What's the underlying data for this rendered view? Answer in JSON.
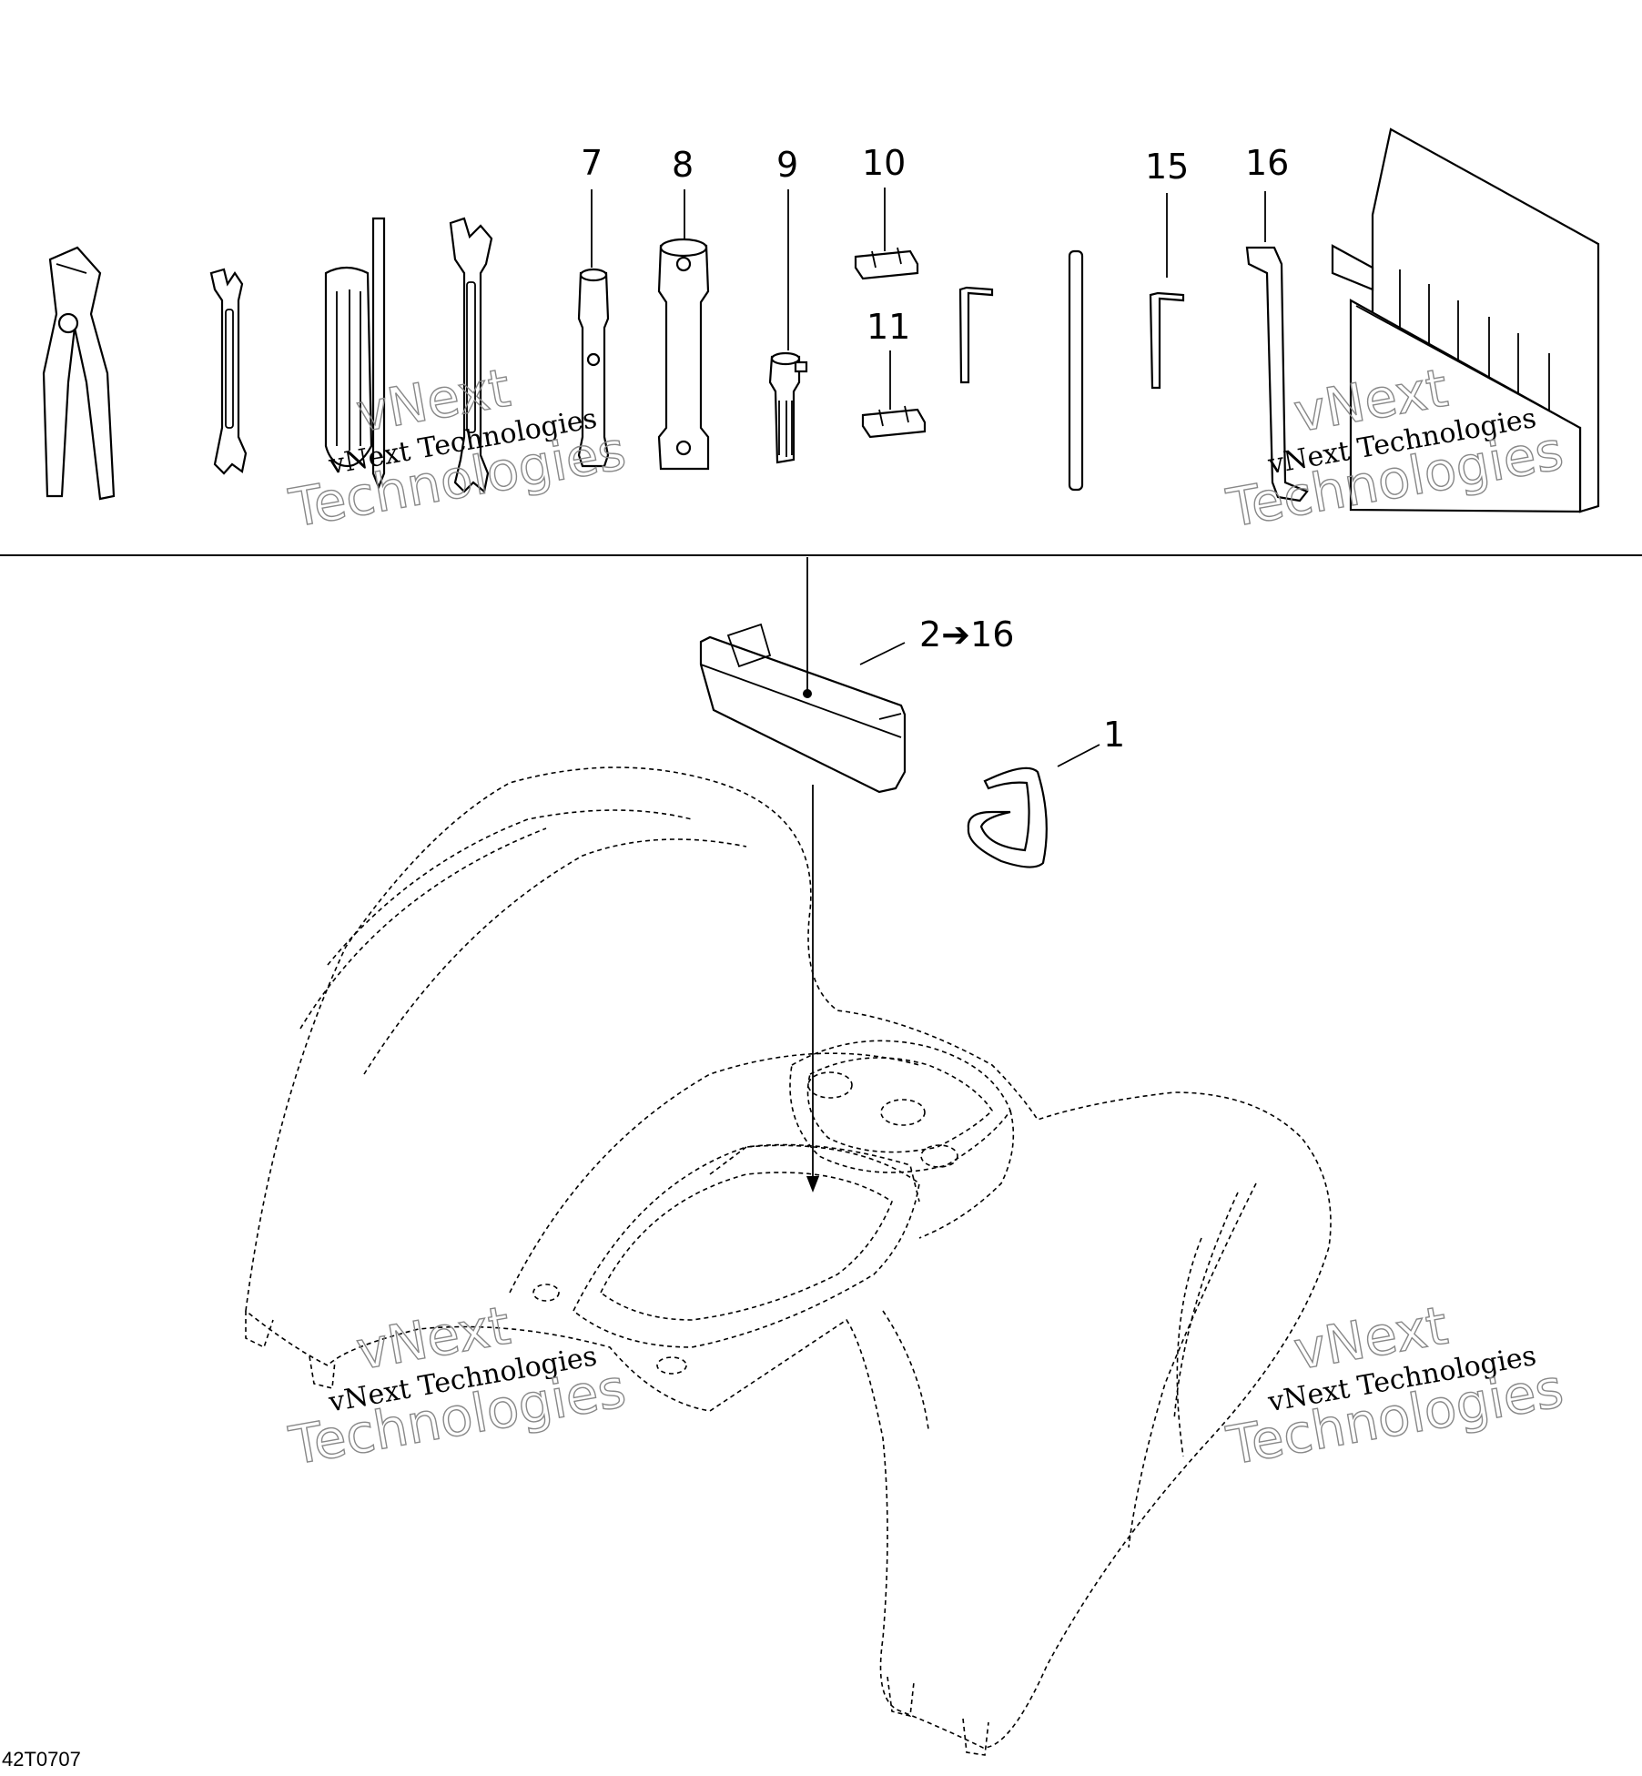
{
  "callouts": {
    "c7": "7",
    "c8": "8",
    "c9": "9",
    "c10": "10",
    "c11": "11",
    "c15": "15",
    "c16": "16",
    "c2to16": "2➔16",
    "c1": "1"
  },
  "watermark": {
    "brand_line": "vNext Technologies",
    "outline_top": "vNext",
    "outline_bottom": "Technologies"
  },
  "reference_code": "42T0707"
}
